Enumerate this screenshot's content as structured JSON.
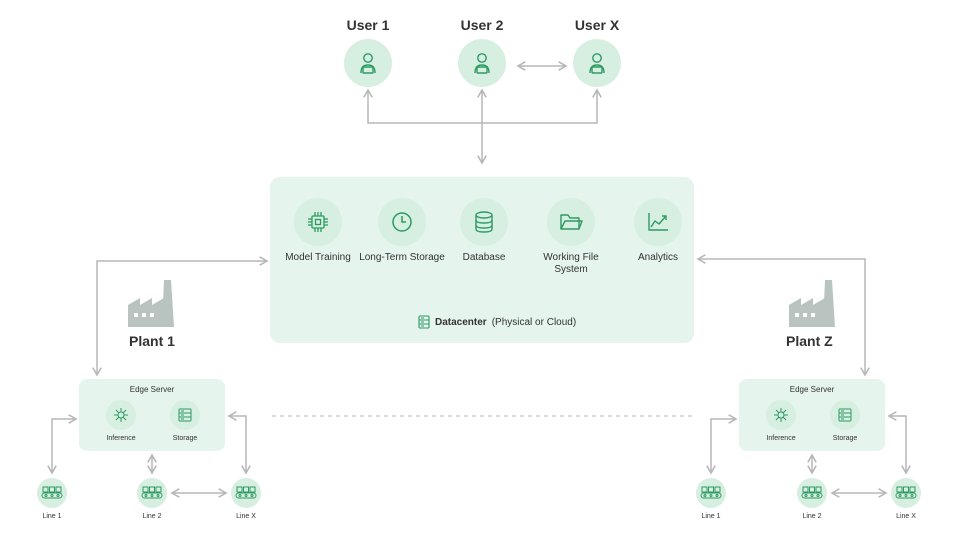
{
  "users": [
    {
      "label": "User 1",
      "icon": "user-laptop-icon"
    },
    {
      "label": "User 2",
      "icon": "user-laptop-icon"
    },
    {
      "label": "User X",
      "icon": "user-laptop-icon"
    }
  ],
  "datacenter": {
    "services": [
      {
        "label": "Model Training",
        "icon": "chip-icon"
      },
      {
        "label": "Long-Term Storage",
        "icon": "clock-icon"
      },
      {
        "label": "Database",
        "icon": "database-icon"
      },
      {
        "label": "Working File System",
        "icon": "folder-icon"
      },
      {
        "label": "Analytics",
        "icon": "chart-icon"
      }
    ],
    "caption_bold": "Datacenter",
    "caption_rest": "(Physical or Cloud)",
    "caption_icon": "server-icon"
  },
  "plants": [
    {
      "label": "Plant 1",
      "icon": "factory-icon",
      "edge_server": {
        "title": "Edge Server",
        "inference": "Inference",
        "storage": "Storage"
      },
      "lines": [
        "Line 1",
        "Line 2",
        "Line X"
      ]
    },
    {
      "label": "Plant Z",
      "icon": "factory-icon",
      "edge_server": {
        "title": "Edge Server",
        "inference": "Inference",
        "storage": "Storage"
      },
      "lines": [
        "Line 1",
        "Line 2",
        "Line X"
      ]
    }
  ],
  "colors": {
    "accent": "#2e9a63",
    "circle": "#d6efe0",
    "panel": "#e5f4ec",
    "connector": "#b7b7b7",
    "factory": "#b9c4c0"
  }
}
